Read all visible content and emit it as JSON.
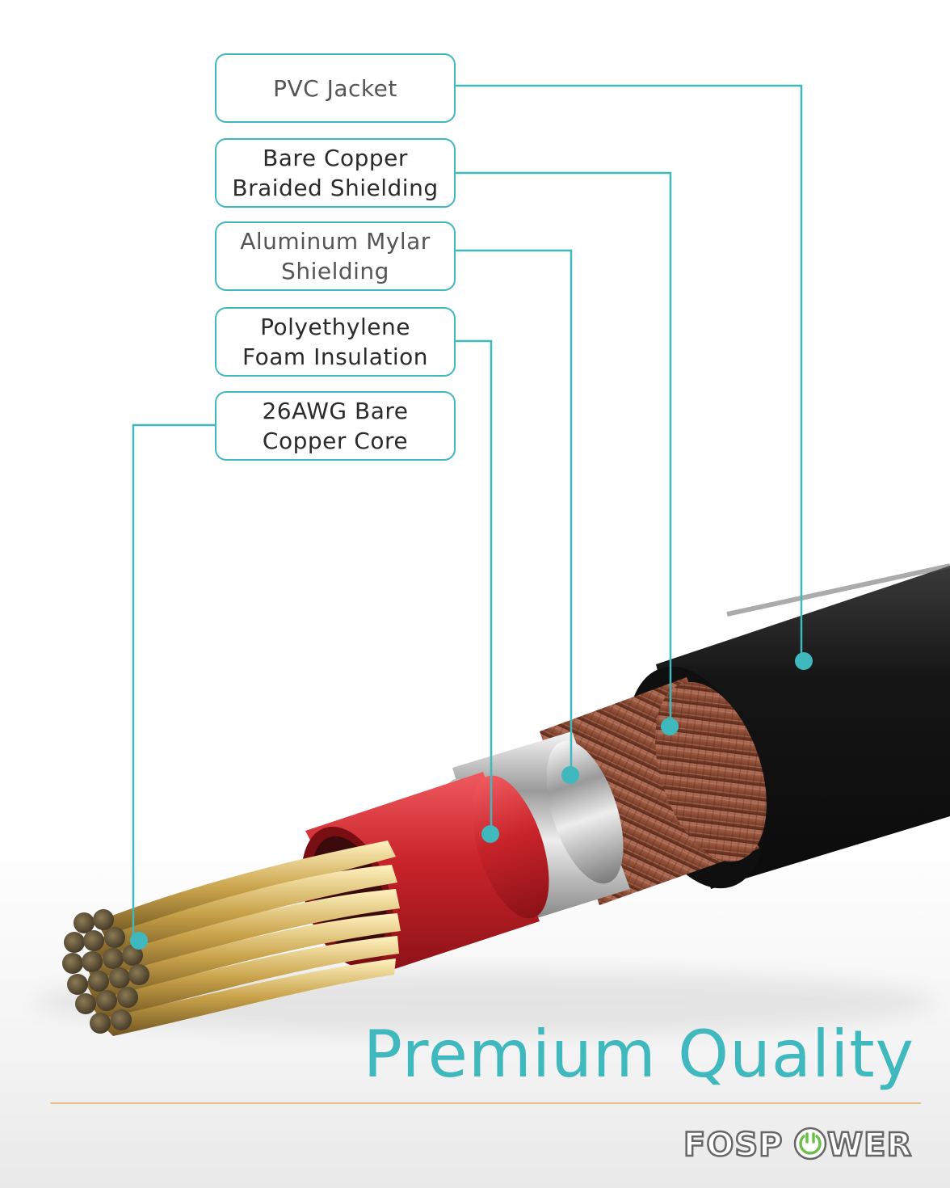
{
  "labels": [
    {
      "id": "pvc-jacket",
      "lines": [
        "PVC Jacket"
      ]
    },
    {
      "id": "copper-braid",
      "lines": [
        "Bare Copper",
        "Braided Shielding"
      ]
    },
    {
      "id": "mylar",
      "lines": [
        "Aluminum Mylar",
        "Shielding"
      ]
    },
    {
      "id": "foam",
      "lines": [
        "Polyethylene",
        "Foam Insulation"
      ]
    },
    {
      "id": "core",
      "lines": [
        "26AWG Bare",
        "Copper Core"
      ]
    }
  ],
  "headline": "Premium Quality",
  "brand": {
    "name_left": "FOSP",
    "name_right": "WER",
    "icon": "power-plug-icon"
  },
  "colors": {
    "accent": "#3fb8be",
    "jacket": "#1c1c1c",
    "copper_braid": "#8a4a33",
    "foam": "#c8232a",
    "core": "#c9a24a",
    "divider": "#e9c48a"
  }
}
